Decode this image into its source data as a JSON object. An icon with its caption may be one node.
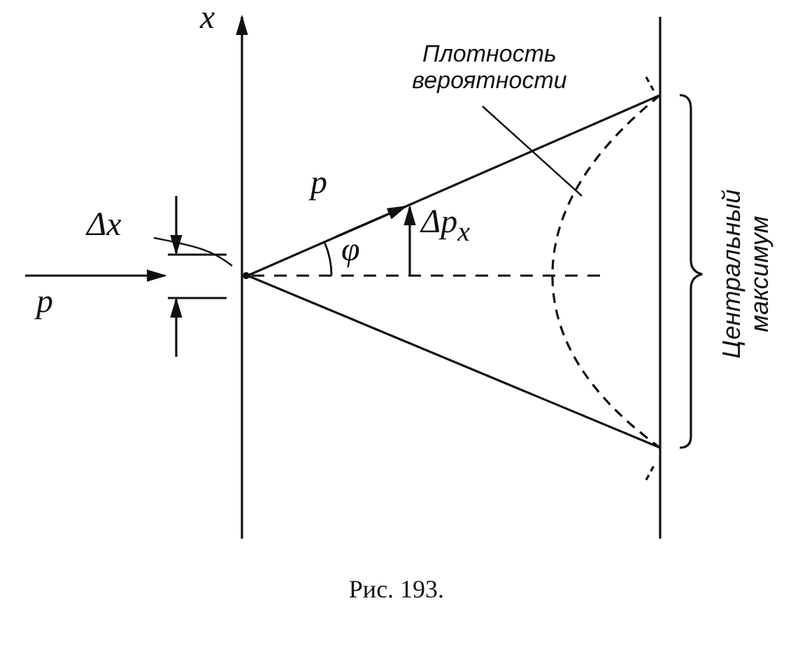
{
  "diagram": {
    "caption": "Рис. 193.",
    "nodes": [
      {
        "text": [
          "Плотность вероятности"
        ]
      },
      {
        "text": [],
        "shape": "curve"
      },
      {
        "text": [
          "Δx"
        ]
      }
    ],
    "edges": [
      {
        "from": 0,
        "to": 1,
        "arrow": "none"
      },
      {
        "from": 2,
        "to": null,
        "arrow": "none"
      }
    ],
    "labels": [
      "x",
      "p",
      "φ",
      "Δp$_{x}$",
      "Центральный максимум",
      "p"
    ]
  }
}
